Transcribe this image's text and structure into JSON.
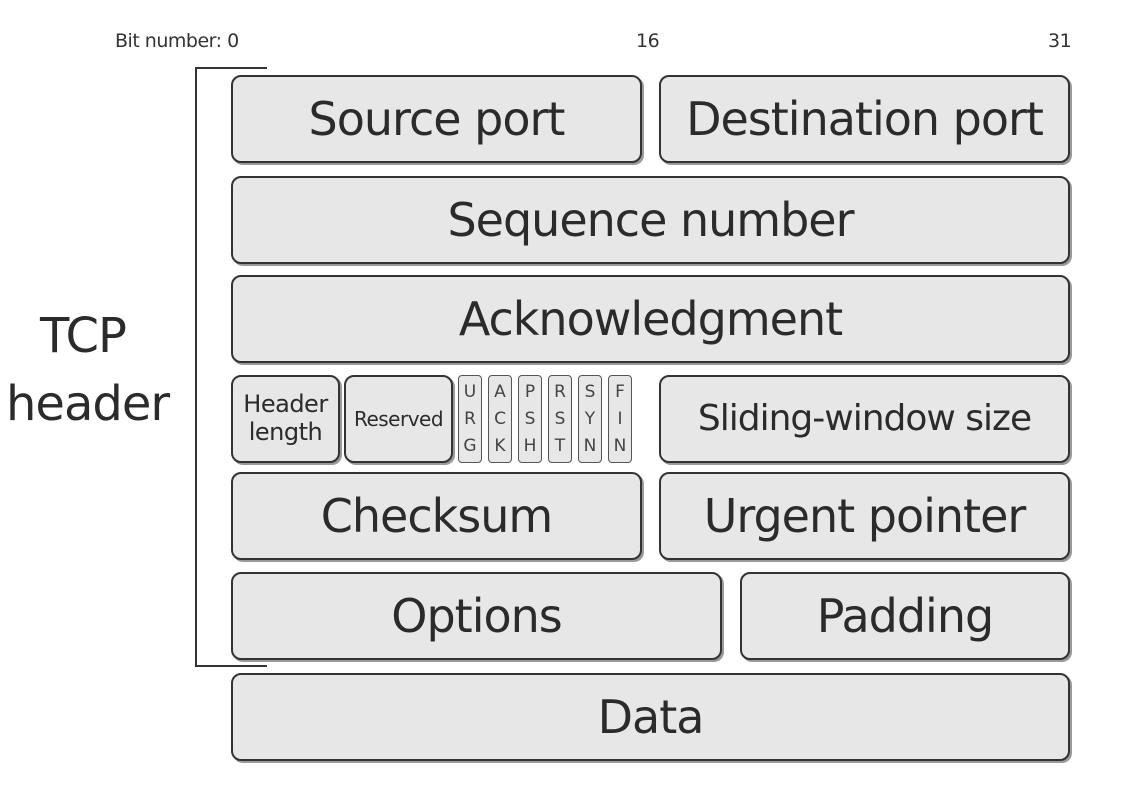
{
  "bit_labels": {
    "start": "Bit number: 0",
    "mid": "16",
    "end": "31"
  },
  "side_label": {
    "line1": "TCP",
    "line2": "header"
  },
  "fields": {
    "source_port": "Source port",
    "destination_port": "Destination port",
    "sequence_number": "Sequence number",
    "acknowledgment": "Acknowledgment",
    "header_length_line1": "Header",
    "header_length_line2": "length",
    "reserved": "Reserved",
    "sliding_window_size": "Sliding-window size",
    "checksum": "Checksum",
    "urgent_pointer": "Urgent pointer",
    "options": "Options",
    "padding": "Padding",
    "data": "Data"
  },
  "flags": [
    {
      "name": "urg",
      "letters": [
        "U",
        "R",
        "G"
      ]
    },
    {
      "name": "ack",
      "letters": [
        "A",
        "C",
        "K"
      ]
    },
    {
      "name": "psh",
      "letters": [
        "P",
        "S",
        "H"
      ]
    },
    {
      "name": "rst",
      "letters": [
        "R",
        "S",
        "T"
      ]
    },
    {
      "name": "syn",
      "letters": [
        "S",
        "Y",
        "N"
      ]
    },
    {
      "name": "fin",
      "letters": [
        "F",
        "I",
        "N"
      ]
    }
  ]
}
